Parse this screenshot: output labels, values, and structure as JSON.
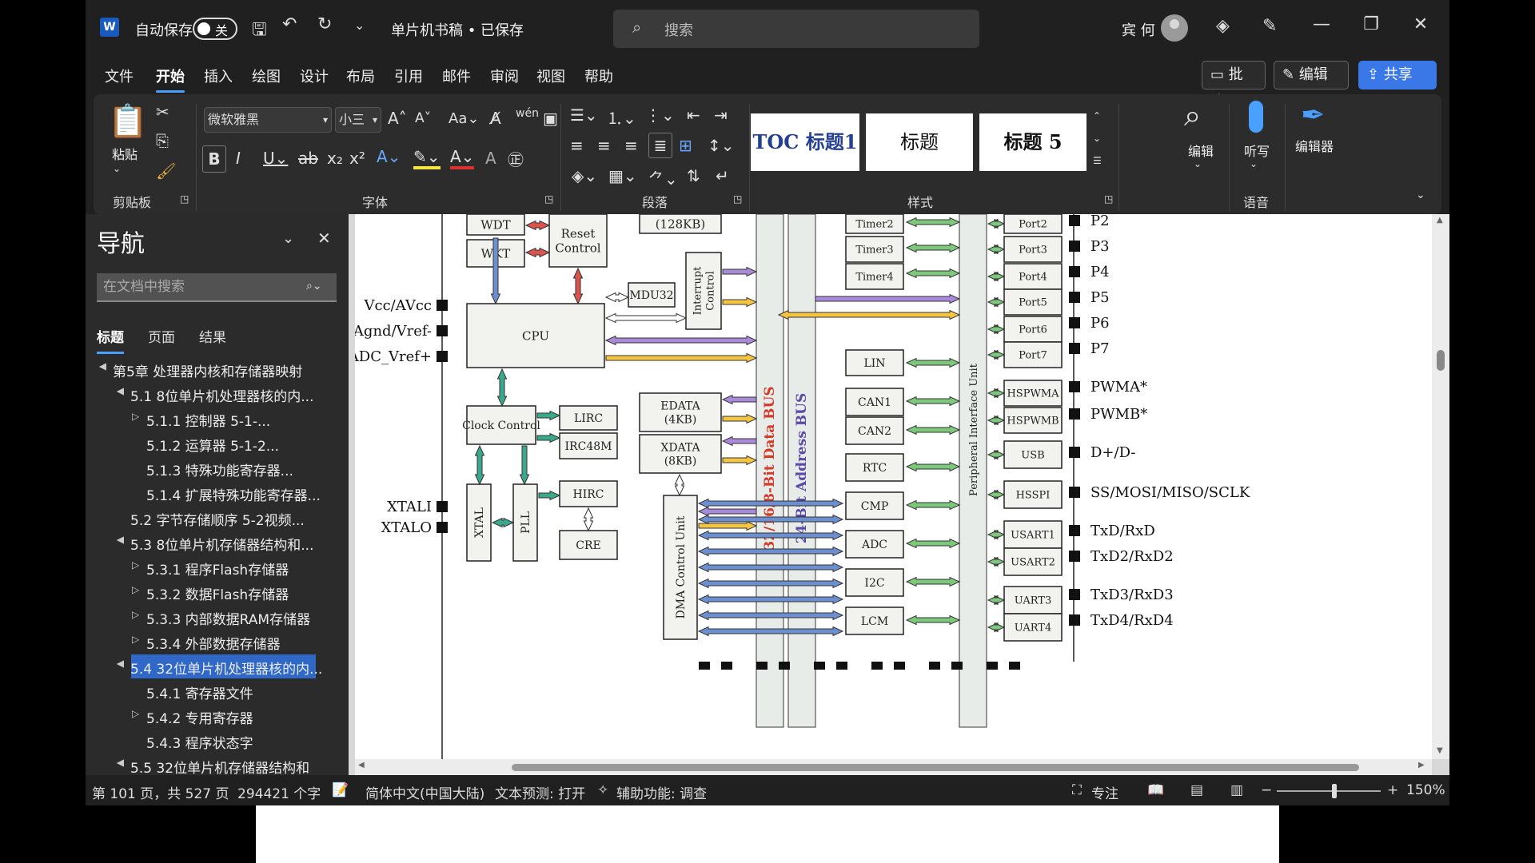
{
  "titlebar": {
    "app_icon": "word-icon",
    "autosave_label": "自动保存",
    "autosave_state": "关",
    "doc_title": "单片机书稿 • 已保存",
    "search_placeholder": "搜索",
    "user_name": "宾 何"
  },
  "menu": {
    "items": [
      "文件",
      "开始",
      "插入",
      "绘图",
      "设计",
      "布局",
      "引用",
      "邮件",
      "审阅",
      "视图",
      "帮助"
    ],
    "active": "开始",
    "comment_btn": "批注",
    "edit_btn": "编辑",
    "share_btn": "共享"
  },
  "ribbon": {
    "clipboard": {
      "label": "剪贴板",
      "paste": "粘贴"
    },
    "font": {
      "label": "字体",
      "font_name": "微软雅黑",
      "font_size": "小三"
    },
    "paragraph": {
      "label": "段落"
    },
    "styles": {
      "label": "样式",
      "items": [
        "TOC 标题1",
        "标题",
        "标题 5"
      ]
    },
    "editing": {
      "label": "编辑"
    },
    "voice": {
      "label": "语音",
      "dictate": "听写"
    },
    "editor": {
      "label": "编辑器"
    }
  },
  "nav": {
    "title": "导航",
    "search_placeholder": "在文档中搜索",
    "tabs": [
      "标题",
      "页面",
      "结果"
    ],
    "active_tab": "标题",
    "items": [
      {
        "text": "第5章 处理器内核和存储器映射",
        "level": 0,
        "twisty": "▲"
      },
      {
        "text": "5.1 8位单片机处理器核的内...",
        "level": 1,
        "twisty": "▲"
      },
      {
        "text": "5.1.1 控制器        5-1-...",
        "level": 2,
        "twisty": "▷"
      },
      {
        "text": "5.1.2 运算器        5-1-2...",
        "level": 2,
        "twisty": ""
      },
      {
        "text": "5.1.3 特殊功能寄存器...",
        "level": 2,
        "twisty": ""
      },
      {
        "text": "5.1.4 扩展特殊功能寄存器...",
        "level": 2,
        "twisty": ""
      },
      {
        "text": "5.2 字节存储顺序     5-2视频...",
        "level": 1,
        "twisty": ""
      },
      {
        "text": "5.3 8位单片机存储器结构和...",
        "level": 1,
        "twisty": "▲"
      },
      {
        "text": "5.3.1 程序Flash存储器",
        "level": 2,
        "twisty": "▷"
      },
      {
        "text": "5.3.2 数据Flash存储器",
        "level": 2,
        "twisty": "▷"
      },
      {
        "text": "5.3.3 内部数据RAM存储器",
        "level": 2,
        "twisty": "▷"
      },
      {
        "text": "5.3.4 外部数据存储器",
        "level": 2,
        "twisty": "▷"
      },
      {
        "text": "5.4 32位单片机处理器核的内...",
        "level": 1,
        "twisty": "▲",
        "selected": true
      },
      {
        "text": "5.4.1 寄存器文件",
        "level": 2,
        "twisty": ""
      },
      {
        "text": "5.4.2 专用寄存器",
        "level": 2,
        "twisty": "▷"
      },
      {
        "text": "5.4.3 程序状态字",
        "level": 2,
        "twisty": ""
      },
      {
        "text": "5.5 32位单片机存储器结构和",
        "level": 1,
        "twisty": "▲"
      }
    ]
  },
  "diagram": {
    "blocks": {
      "wdt": "WDT",
      "wkt": "WKT",
      "reset": "Reset Control",
      "flash128": "(128KB)",
      "interrupt": "Interrupt Control",
      "mdu32": "MDU32",
      "cpu": "CPU",
      "clock_control": "Clock Control",
      "lirc": "LIRC",
      "irc48m": "IRC48M",
      "hirc": "HIRC",
      "cre": "CRE",
      "xtal": "XTAL",
      "pll": "PLL",
      "edata": "EDATA (4KB)",
      "xdata": "XDATA (8KB)",
      "dma": "DMA Control Unit",
      "data_bus": "32/16/8-Bit Data BUS",
      "addr_bus": "24-Bit Address BUS",
      "peripheral": "Peripheral Interface Unit",
      "timer2": "Timer2",
      "timer3": "Timer3",
      "timer4": "Timer4",
      "lin": "LIN",
      "can1": "CAN1",
      "can2": "CAN2",
      "rtc": "RTC",
      "cmp": "CMP",
      "adc": "ADC",
      "i2c": "I2C",
      "lcm": "LCM",
      "port2": "Port2",
      "port3": "Port3",
      "port4": "Port4",
      "port5": "Port5",
      "port6": "Port6",
      "port7": "Port7",
      "hspwma": "HSPWMA",
      "hspwmb": "HSPWMB",
      "usb": "USB",
      "hsspi": "HSSPI",
      "usart1": "USART1",
      "usart2": "USART2",
      "uart3": "UART3",
      "uart4": "UART4"
    },
    "left_pins": [
      "Vcc/AVcc",
      "nd/Agnd/Vref-",
      "ADC_Vref+",
      "XTALI",
      "XTALO"
    ],
    "right_pins": [
      "P2",
      "P3",
      "P4",
      "P5",
      "P6",
      "P7",
      "PWMA*",
      "PWMB*",
      "D+/D-",
      "SS/MOSI/MISO/SCLK",
      "TxD/RxD",
      "TxD2/RxD2",
      "TxD3/RxD3",
      "TxD4/RxD4"
    ],
    "colors": {
      "red": "#d9534f",
      "teal": "#3aa88a",
      "purple": "#a98ad8",
      "yellow": "#f5c542",
      "blue": "#6c8fd0",
      "green": "#7ec87e",
      "bus": "#e8ece8"
    }
  },
  "status": {
    "page": "第 101 页，共 527 页",
    "words": "294421 个字",
    "language": "简体中文(中国大陆)",
    "prediction": "文本预测: 打开",
    "accessibility": "辅助功能: 调查",
    "focus": "专注",
    "zoom": "150%"
  }
}
